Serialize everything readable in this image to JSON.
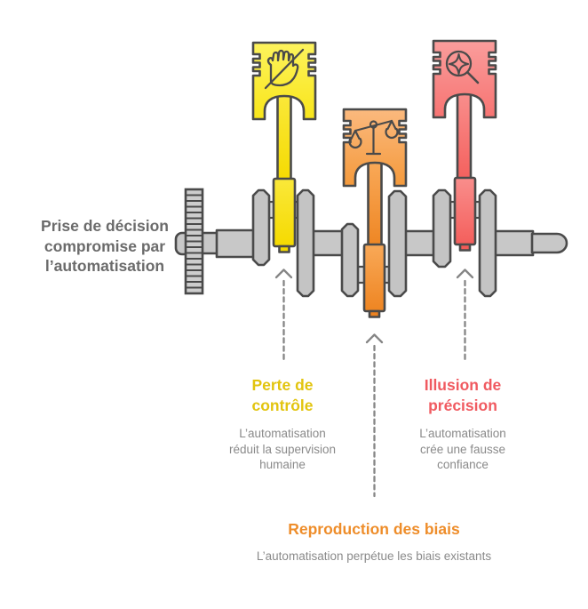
{
  "figure": {
    "machine_label": "Prise de décision\ncompromise par\nl’automatisation",
    "callouts": [
      {
        "id": "perte-de-controle",
        "title": "Perte de\ncontrôle",
        "description": "L’automatisation\nréduit la supervision\nhumaine",
        "title_color": "#e2c40e",
        "piston_color": "#f8e51a",
        "icon": "hand-slash-icon"
      },
      {
        "id": "reproduction-des-biais",
        "title": "Reproduction des biais",
        "description": "L’automatisation perpétue les biais existants",
        "title_color": "#ee8d2a",
        "piston_color": "#f49a3c",
        "icon": "balance-scale-icon"
      },
      {
        "id": "illusion-de-precision",
        "title": "Illusion de\nprécision",
        "description": "L’automatisation\ncrée une fausse\nconfiance",
        "title_color": "#f05a60",
        "piston_color": "#f77472",
        "icon": "magnifier-sparkle-icon"
      }
    ],
    "machine_colors": {
      "shaft": "#c8c8c8",
      "counterweight": "#c4c4c4",
      "gear": "#cdcdcd",
      "pin": "#dedede",
      "outline": "#4a4a4a",
      "label_text": "#6b6b6b",
      "description_text": "#8a8a8a",
      "arrow": "#858585",
      "background": "#ffffff"
    }
  }
}
